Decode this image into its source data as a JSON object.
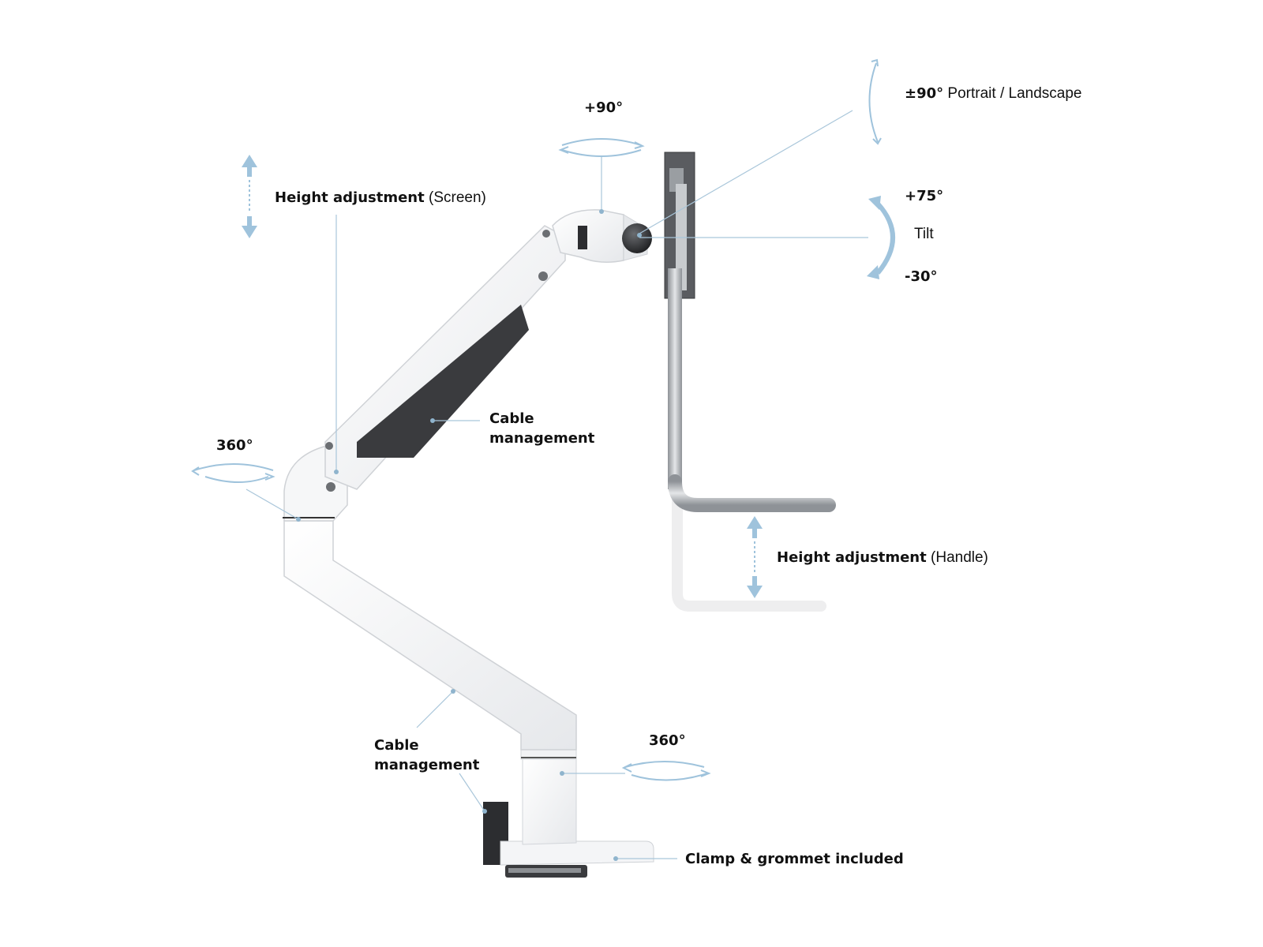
{
  "labels": {
    "portrait_deg": "±90°",
    "portrait_text": "Portrait / Landscape",
    "swivel_head_deg": "+90°",
    "tilt_up_deg": "+75°",
    "tilt_text": "Tilt",
    "tilt_down_deg": "-30°",
    "height_screen_bold": "Height adjustment",
    "height_screen_paren": "(Screen)",
    "cable_upper_line1": "Cable",
    "cable_upper_line2": "management",
    "swivel_elbow_deg": "360°",
    "height_handle_bold": "Height adjustment",
    "height_handle_paren": "(Handle)",
    "cable_lower_line1": "Cable",
    "cable_lower_line2": "management",
    "swivel_base_deg": "360°",
    "clamp_text": "Clamp & grommet included"
  },
  "colors": {
    "accent": "#9fc3dc",
    "leader": "#a9c6da",
    "arm_white": "#f3f4f6",
    "arm_edge": "#d2d5da",
    "cable_cover": "#3a3b3e",
    "steel": "#b8bcc0",
    "text": "#111111"
  }
}
